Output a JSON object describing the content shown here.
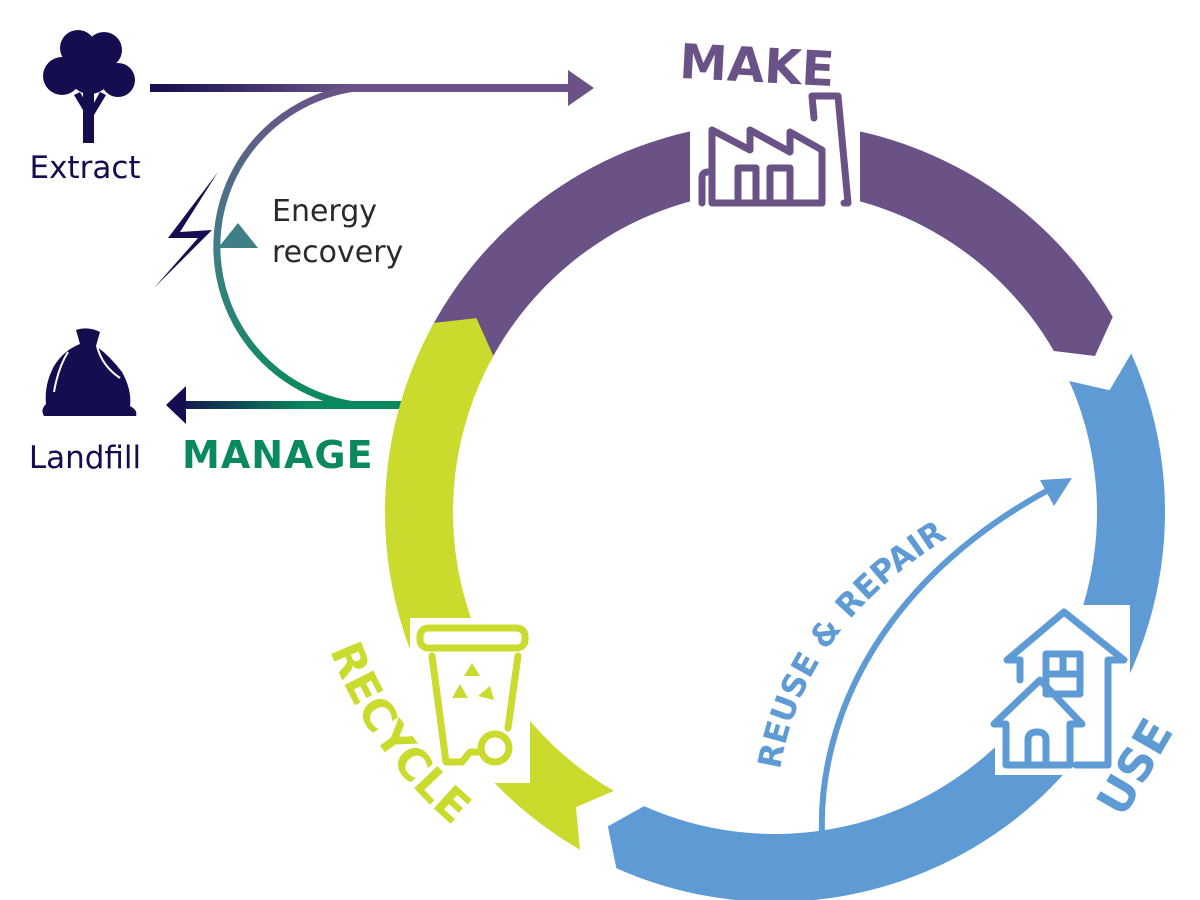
{
  "diagram": {
    "type": "circular-economy-cycle",
    "colors": {
      "make": "#6a5287",
      "use": "#5e9bd4",
      "recycle": "#cadb2e",
      "manage": "#0a8a5c",
      "dark": "#140d4f",
      "text_grey": "#2a2a2a"
    },
    "stages": {
      "make": {
        "label": "MAKE",
        "icon": "factory-icon"
      },
      "use": {
        "label": "USE",
        "icon": "houses-icon"
      },
      "recycle": {
        "label": "RECYCLE",
        "icon": "recycle-bin-icon"
      },
      "manage": {
        "label": "MANAGE"
      }
    },
    "inputs": {
      "extract": {
        "label": "Extract",
        "icon": "tree-icon"
      },
      "landfill": {
        "label": "Landfill",
        "icon": "garbage-bag-icon"
      },
      "energy": {
        "label_line1": "Energy",
        "label_line2": "recovery",
        "icon": "lightning-bolt-icon"
      }
    },
    "inner_flow": {
      "label": "REUSE & REPAIR"
    }
  }
}
